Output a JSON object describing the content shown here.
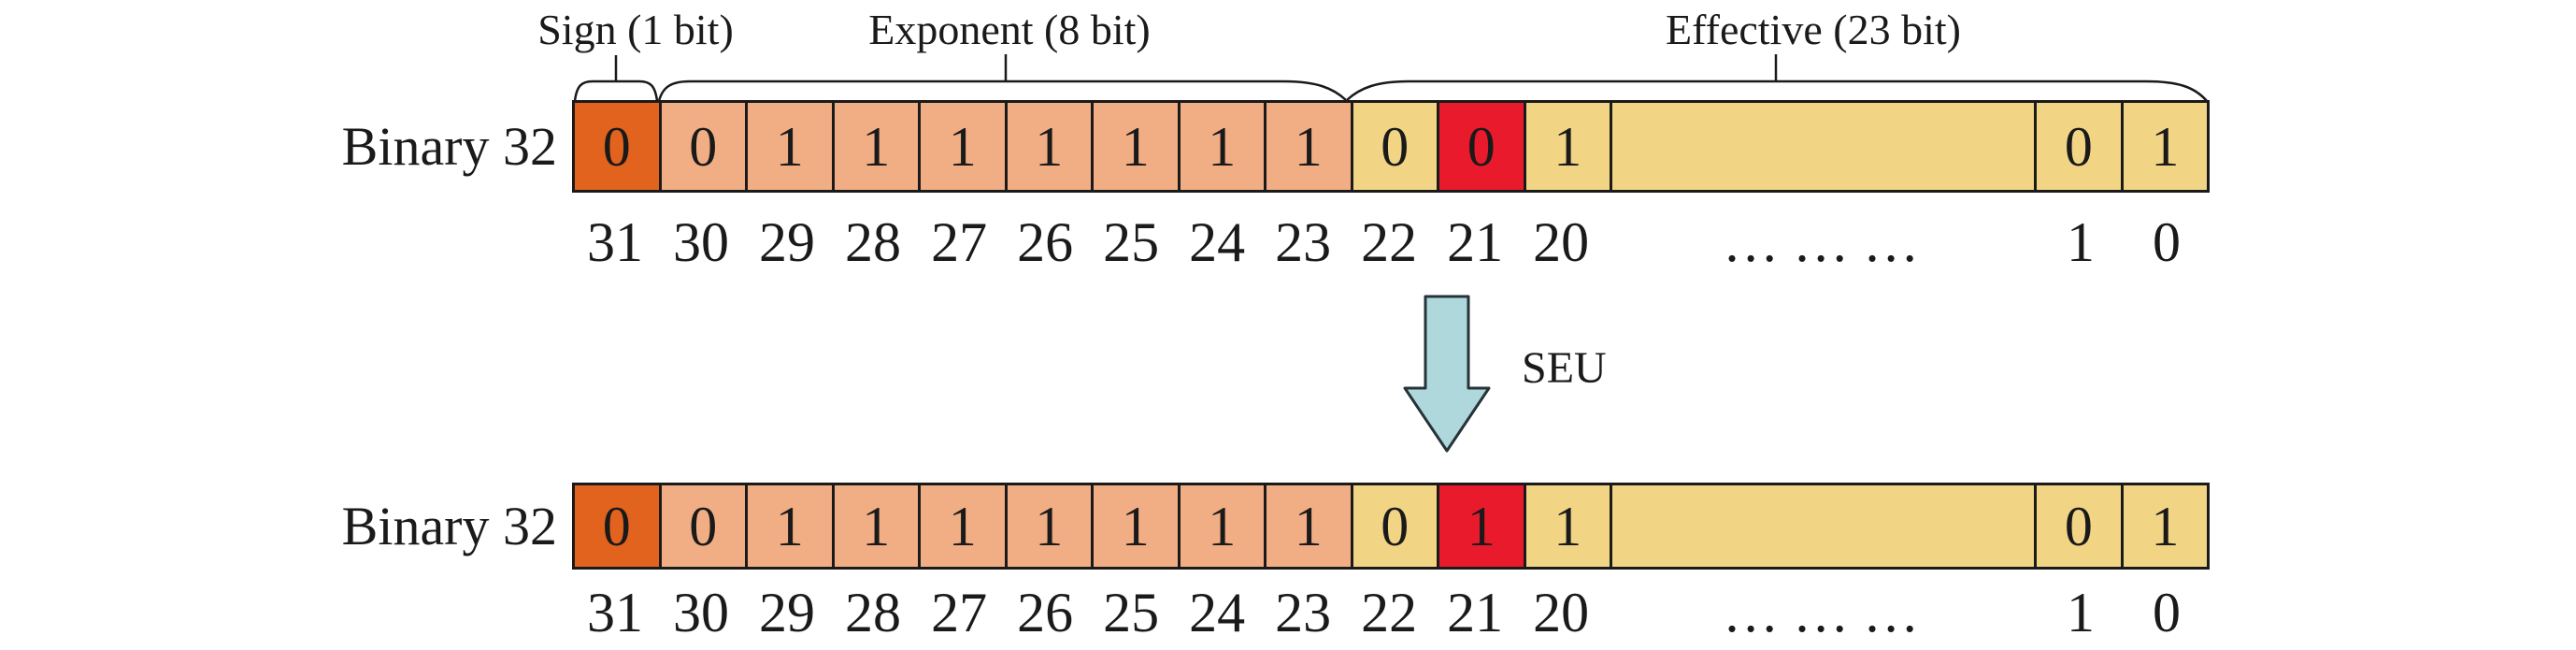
{
  "figure": {
    "field_labels": {
      "sign": "Sign (1 bit)",
      "exponent": "Exponent (8 bit)",
      "effective": "Effective (23 bit)"
    },
    "arrow_label": "SEU"
  },
  "colors": {
    "sign_cell": "#e2631d",
    "exponent_cell": "#f1ae85",
    "effective_cell": "#f2d584",
    "seu_cell": "#e81a2b",
    "arrow_fill": "#aed8db",
    "arrow_stroke": "#263338",
    "border": "#1a1a1a"
  },
  "top_row": {
    "label": "Binary 32",
    "cells": [
      {
        "value": "0",
        "cls": "sign"
      },
      {
        "value": "0",
        "cls": "exp"
      },
      {
        "value": "1",
        "cls": "exp"
      },
      {
        "value": "1",
        "cls": "exp"
      },
      {
        "value": "1",
        "cls": "exp"
      },
      {
        "value": "1",
        "cls": "exp"
      },
      {
        "value": "1",
        "cls": "exp"
      },
      {
        "value": "1",
        "cls": "exp"
      },
      {
        "value": "1",
        "cls": "exp"
      },
      {
        "value": "0",
        "cls": "frac"
      },
      {
        "value": "0",
        "cls": "seu"
      },
      {
        "value": "1",
        "cls": "frac"
      },
      {
        "value": "",
        "cls": "frac wide"
      },
      {
        "value": "0",
        "cls": "frac"
      },
      {
        "value": "1",
        "cls": "frac"
      }
    ],
    "numbers": [
      {
        "label": "31"
      },
      {
        "label": "30"
      },
      {
        "label": "29"
      },
      {
        "label": "28"
      },
      {
        "label": "27"
      },
      {
        "label": "26"
      },
      {
        "label": "25"
      },
      {
        "label": "24"
      },
      {
        "label": "23"
      },
      {
        "label": "22"
      },
      {
        "label": "21"
      },
      {
        "label": "20"
      },
      {
        "label": "… … …",
        "cls": "wide"
      },
      {
        "label": "1"
      },
      {
        "label": "0"
      }
    ]
  },
  "bottom_row": {
    "label": "Binary 32",
    "cells": [
      {
        "value": "0",
        "cls": "sign"
      },
      {
        "value": "0",
        "cls": "exp"
      },
      {
        "value": "1",
        "cls": "exp"
      },
      {
        "value": "1",
        "cls": "exp"
      },
      {
        "value": "1",
        "cls": "exp"
      },
      {
        "value": "1",
        "cls": "exp"
      },
      {
        "value": "1",
        "cls": "exp"
      },
      {
        "value": "1",
        "cls": "exp"
      },
      {
        "value": "1",
        "cls": "exp"
      },
      {
        "value": "0",
        "cls": "frac"
      },
      {
        "value": "1",
        "cls": "seu"
      },
      {
        "value": "1",
        "cls": "frac"
      },
      {
        "value": "",
        "cls": "frac wide"
      },
      {
        "value": "0",
        "cls": "frac"
      },
      {
        "value": "1",
        "cls": "frac"
      }
    ],
    "numbers": [
      {
        "label": "31"
      },
      {
        "label": "30"
      },
      {
        "label": "29"
      },
      {
        "label": "28"
      },
      {
        "label": "27"
      },
      {
        "label": "26"
      },
      {
        "label": "25"
      },
      {
        "label": "24"
      },
      {
        "label": "23"
      },
      {
        "label": "22"
      },
      {
        "label": "21"
      },
      {
        "label": "20"
      },
      {
        "label": "… … …",
        "cls": "wide"
      },
      {
        "label": "1"
      },
      {
        "label": "0"
      }
    ]
  }
}
